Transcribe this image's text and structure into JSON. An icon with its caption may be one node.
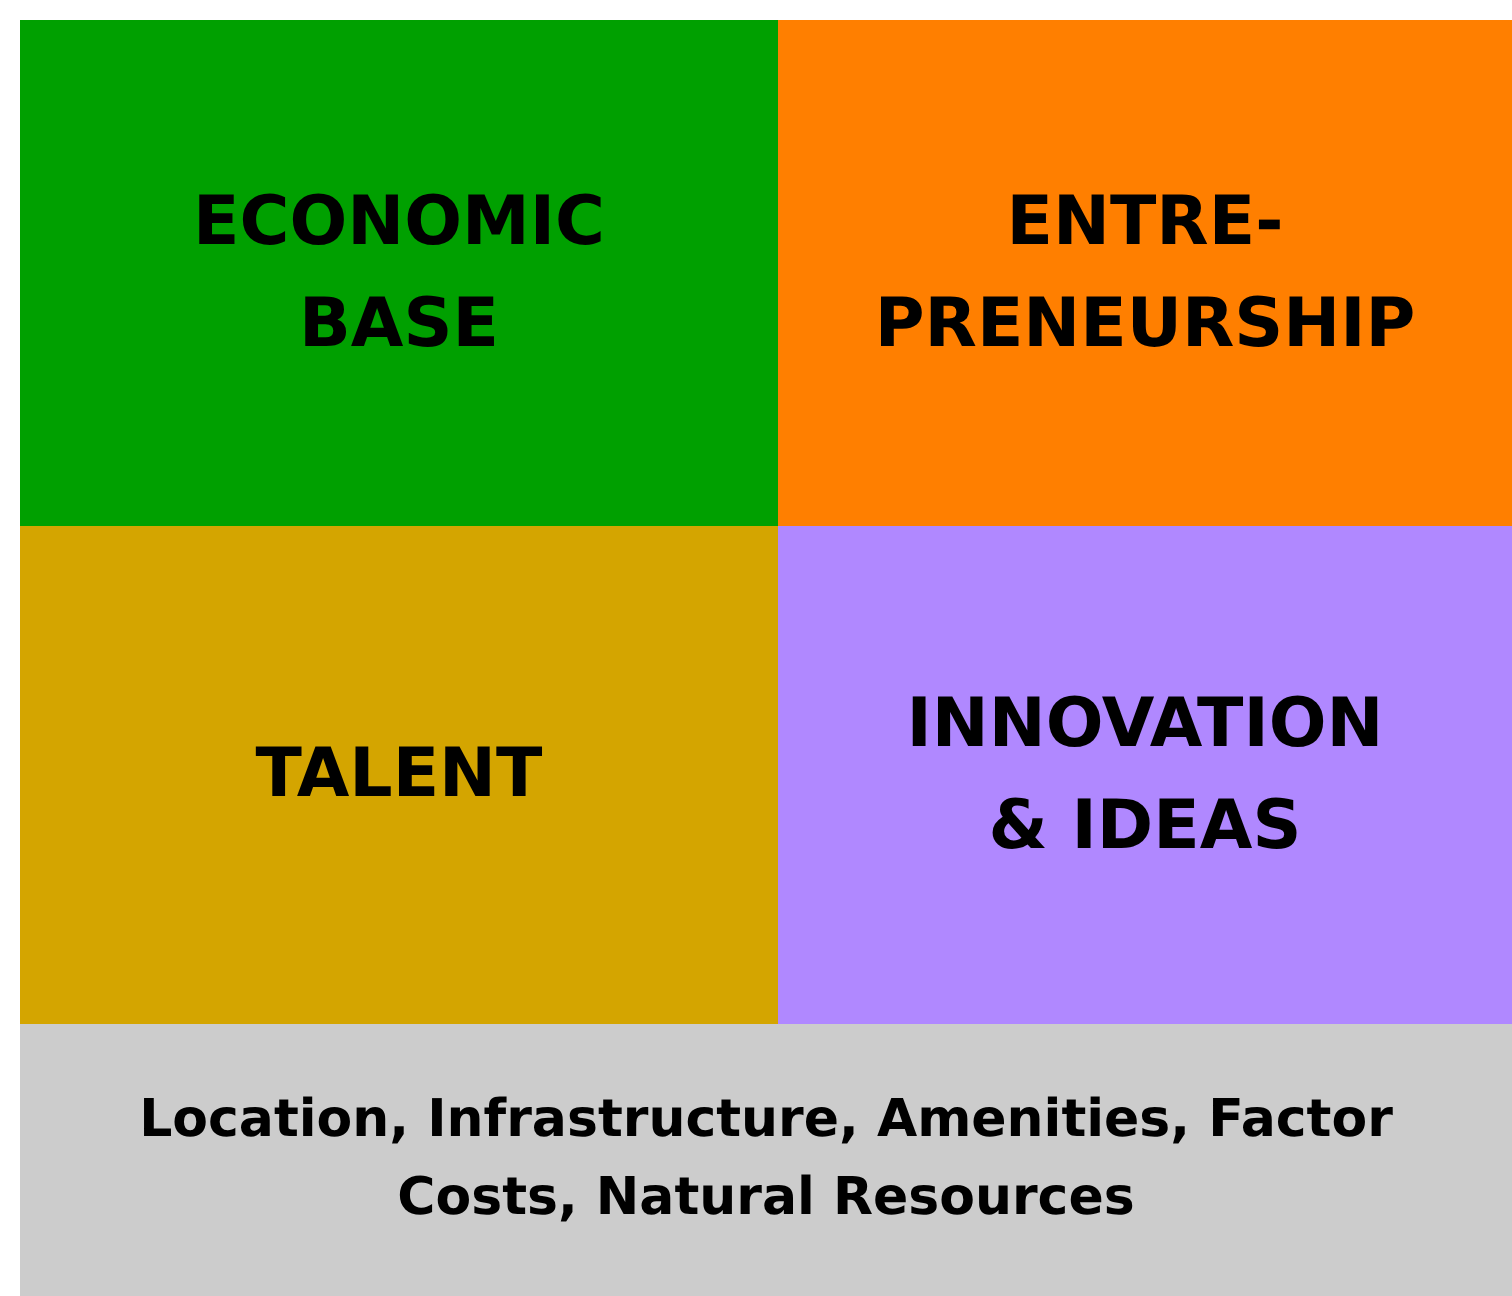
{
  "diagram": {
    "nodes": [
      {
        "text": [
          "ECONOMIC BASE"
        ]
      },
      {
        "text": [
          "ENTRE- PRENEURSHIP"
        ]
      },
      {
        "text": [
          "TALENT"
        ]
      },
      {
        "text": [
          "INNOVATION & IDEAS"
        ]
      },
      {
        "text": [
          "Location, Infrastructure, Amenities, Factor Costs, Natural Resources"
        ]
      }
    ]
  }
}
